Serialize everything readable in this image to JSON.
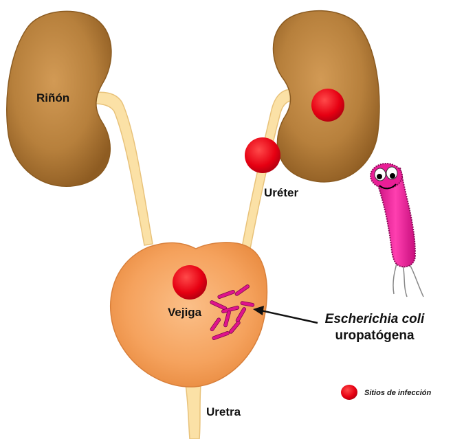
{
  "labels": {
    "kidney": "Riñón",
    "ureter": "Uréter",
    "bladder": "Vejiga",
    "urethra": "Uretra",
    "bacteria_line1": "Escherichia coli",
    "bacteria_line2": "uropatógena"
  },
  "legend": {
    "infection_sites": "Sitios de infección"
  },
  "colors": {
    "kidney": "#a8702a",
    "ureter": "#fbe1a6",
    "bladder": "#f5a25d",
    "infection": "#e60012",
    "bacteria": "#e0138c"
  }
}
